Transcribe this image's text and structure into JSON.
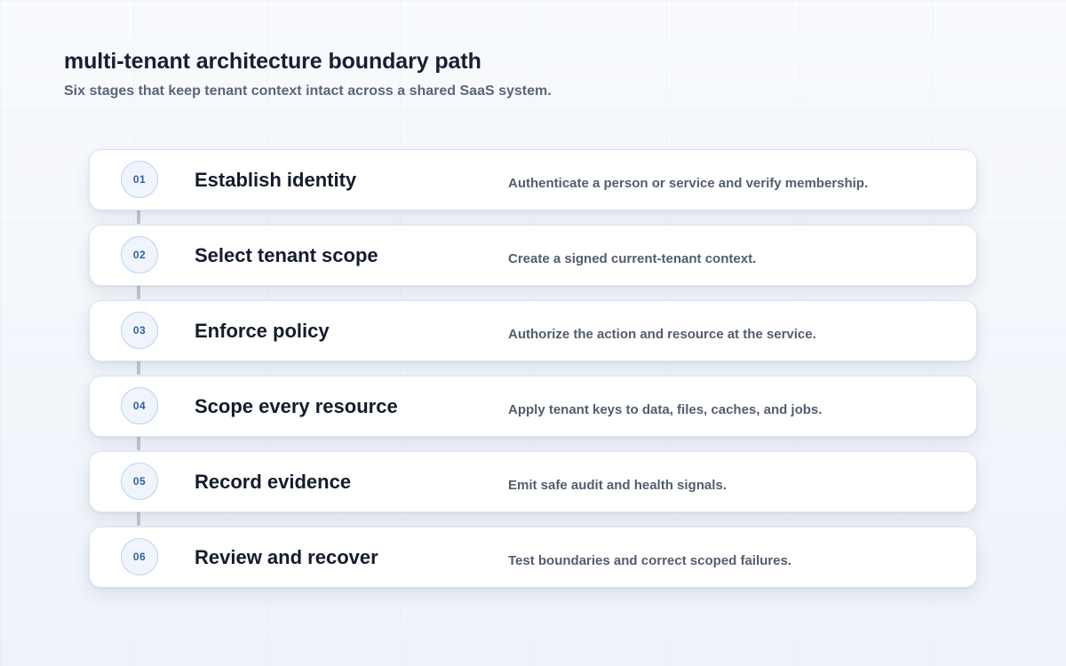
{
  "header": {
    "title": "multi-tenant architecture boundary path",
    "subtitle": "Six stages that keep tenant context intact across a shared SaaS system."
  },
  "stages": [
    {
      "number": "01",
      "title": "Establish identity",
      "description": "Authenticate a person or service and verify membership."
    },
    {
      "number": "02",
      "title": "Select tenant scope",
      "description": "Create a signed current-tenant context."
    },
    {
      "number": "03",
      "title": "Enforce policy",
      "description": "Authorize the action and resource at the service."
    },
    {
      "number": "04",
      "title": "Scope every resource",
      "description": "Apply tenant keys to data, files, caches, and jobs."
    },
    {
      "number": "05",
      "title": "Record evidence",
      "description": "Emit safe audit and health signals."
    },
    {
      "number": "06",
      "title": "Review and recover",
      "description": "Test boundaries and correct scoped failures."
    }
  ],
  "colors": {
    "accent": "#2f5ea3",
    "badge_border": "#bcd0ee",
    "connector": "#c3c8d0"
  }
}
